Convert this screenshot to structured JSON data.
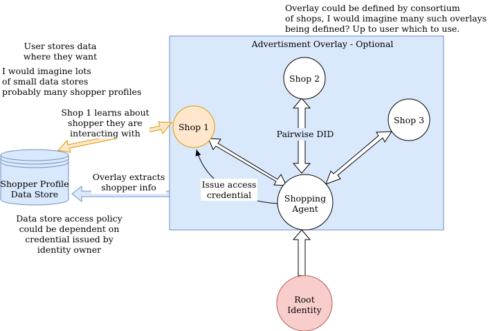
{
  "overlay": {
    "title": "Advertisment Overlay - Optional",
    "fill": "#dae8fc",
    "stroke": "#6c8ebf"
  },
  "nodes": {
    "shop1": {
      "label": "Shop 1",
      "fill": "#ffe6cc",
      "stroke": "#d79b00"
    },
    "shop2": {
      "label": "Shop 2",
      "fill": "#ffffff",
      "stroke": "#000000"
    },
    "shop3": {
      "label": "Shop 3",
      "fill": "#ffffff",
      "stroke": "#000000"
    },
    "shopping_agent": {
      "label_line1": "Shopping",
      "label_line2": "Agent",
      "fill": "#ffffff",
      "stroke": "#000000"
    },
    "root_identity": {
      "label_line1": "Root",
      "label_line2": "Identity",
      "fill": "#f8cecc",
      "stroke": "#b85450"
    },
    "data_store": {
      "label_line1": "Shopper Profile",
      "label_line2": "Data Store",
      "fill": "#dae8fc",
      "stroke": "#6c8ebf"
    }
  },
  "edge_labels": {
    "pairwise_did": "Pairwise DID",
    "issue_access_line1": "Issue access",
    "issue_access_line2": "credential",
    "shop1_learns_line1": "Shop 1 learns about",
    "shop1_learns_line2": "shopper they are",
    "shop1_learns_line3": "interacting with",
    "overlay_extracts_line1": "Overlay extracts",
    "overlay_extracts_line2": "shopper info"
  },
  "notes": {
    "consortium": "Overlay could be defined by consortium\nof shops, I would imagine many such overlays\nbeing defined? Up to user which to use.",
    "user_stores": "User stores data\nwhere they want",
    "small_stores": "I would imagine lots\nof small data stores\nprobably many shopper profiles",
    "access_policy": "Data store access policy\ncould be dependent on\ncredential issued by\nidentity owner"
  }
}
